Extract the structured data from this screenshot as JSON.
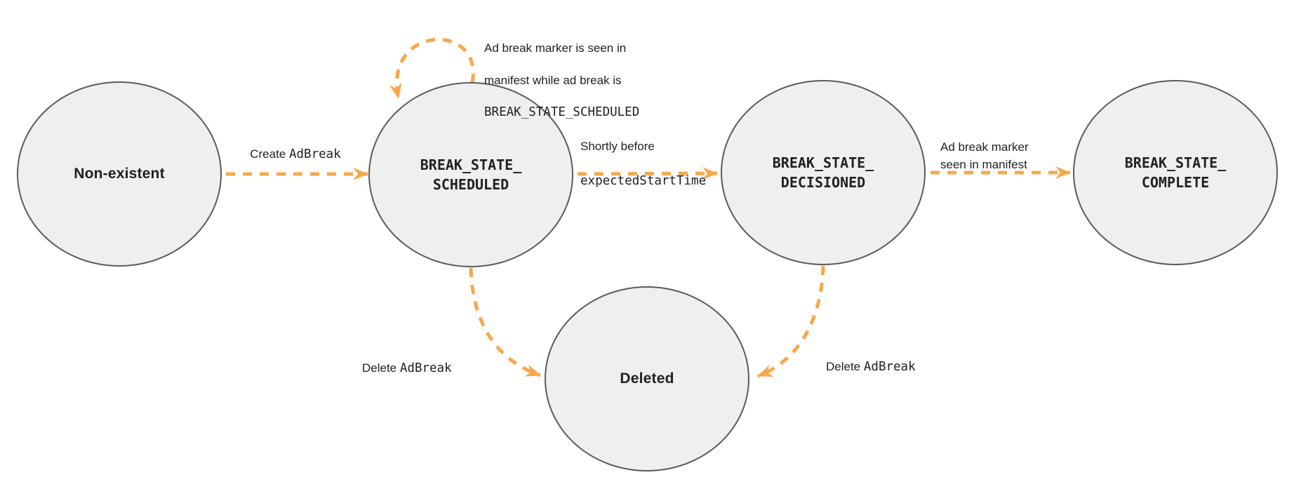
{
  "diagram": {
    "states": {
      "non_existent": {
        "label": "Non-existent"
      },
      "scheduled": {
        "label": "BREAK_STATE_\nSCHEDULED"
      },
      "decisioned": {
        "label": "BREAK_STATE_\nDECISIONED"
      },
      "complete": {
        "label": "BREAK_STATE_\nCOMPLETE"
      },
      "deleted": {
        "label": "Deleted"
      }
    },
    "transitions": {
      "create": {
        "text": "Create ",
        "code": "AdBreak"
      },
      "self_loop": {
        "line1": "Ad break marker is seen in",
        "line2": "manifest while ad break is",
        "code": "BREAK_STATE_SCHEDULED"
      },
      "decision": {
        "text": "Shortly before",
        "code": "expectedStartTime"
      },
      "marker_seen": {
        "text": "Ad break marker\nseen in manifest"
      },
      "delete_from_scheduled": {
        "text": "Delete ",
        "code": "AdBreak"
      },
      "delete_from_decisioned": {
        "text": "Delete ",
        "code": "AdBreak"
      }
    },
    "colors": {
      "arrow": "#F8A74B",
      "node_fill": "#EFEFEF",
      "node_border": "#5A5B5E",
      "text": "#202124"
    }
  }
}
